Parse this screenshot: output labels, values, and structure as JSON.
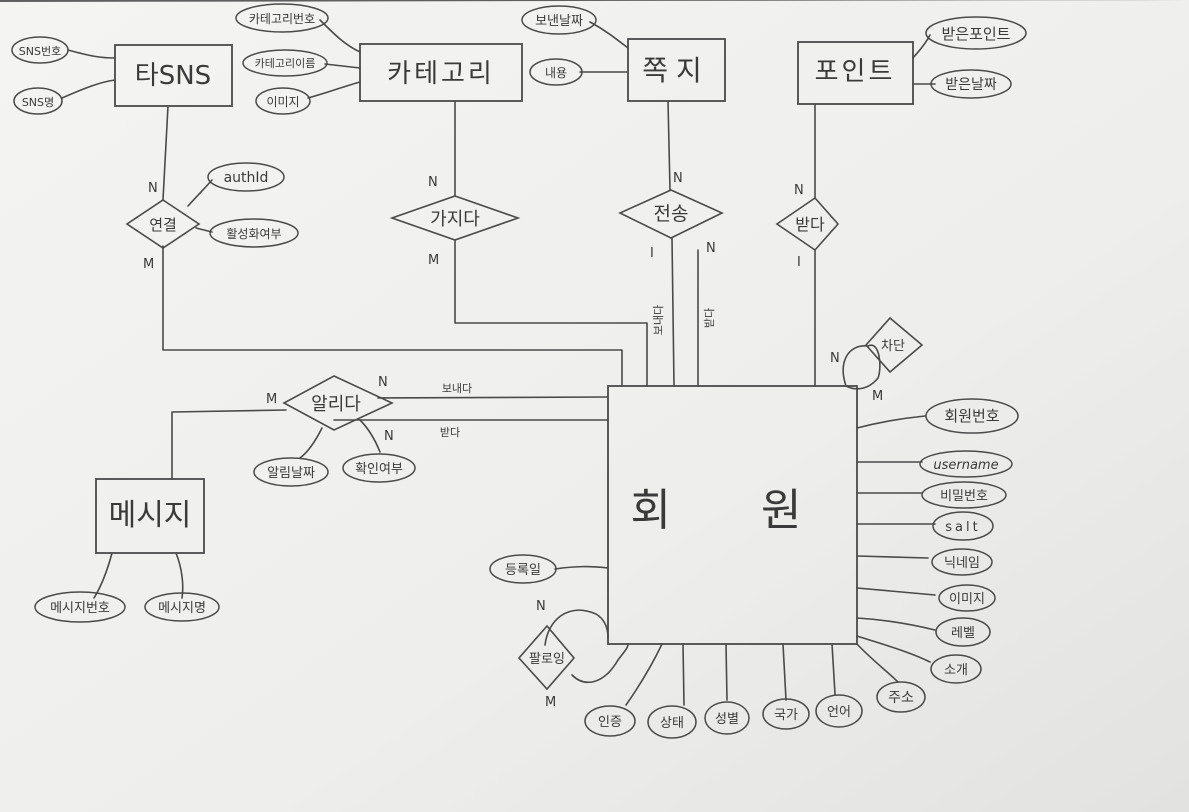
{
  "entities": {
    "sns": "타SNS",
    "category": "카테고리",
    "note": "쪽지",
    "point": "포인트",
    "message": "메시지",
    "member": "회 원"
  },
  "relationships": {
    "connect": "연결",
    "have": "가지다",
    "send": "전송",
    "receive": "받다",
    "block": "차단",
    "notify": "알리다",
    "follow": "팔로잉"
  },
  "attributes": {
    "sns_number": "SNS번호",
    "sns_name": "SNS명",
    "category_number": "카테고리번호",
    "category_name": "카테고리이름",
    "category_image": "이미지",
    "send_date": "보낸날짜",
    "content": "내용",
    "received_point": "받은포인트",
    "received_date": "받은날짜",
    "auth_id": "authId",
    "activation": "활성화여부",
    "notify_date": "알림날짜",
    "confirm": "확인여부",
    "message_number": "메시지번호",
    "message_name": "메시지명",
    "member_number": "회원번호",
    "username": "username",
    "password": "비밀번호",
    "salt": "salt",
    "nickname": "닉네임",
    "member_image": "이미지",
    "level": "레벨",
    "intro": "소개",
    "address": "주소",
    "language": "언어",
    "country": "국가",
    "gender": "성별",
    "status": "상태",
    "auth": "인증",
    "join_date": "등록일"
  },
  "edge_labels": {
    "sends": "보내다",
    "receives": "받다",
    "notify_send": "보내다",
    "notify_receive": "받다"
  },
  "cardinality": {
    "N": "N",
    "M": "M",
    "one": "I"
  }
}
